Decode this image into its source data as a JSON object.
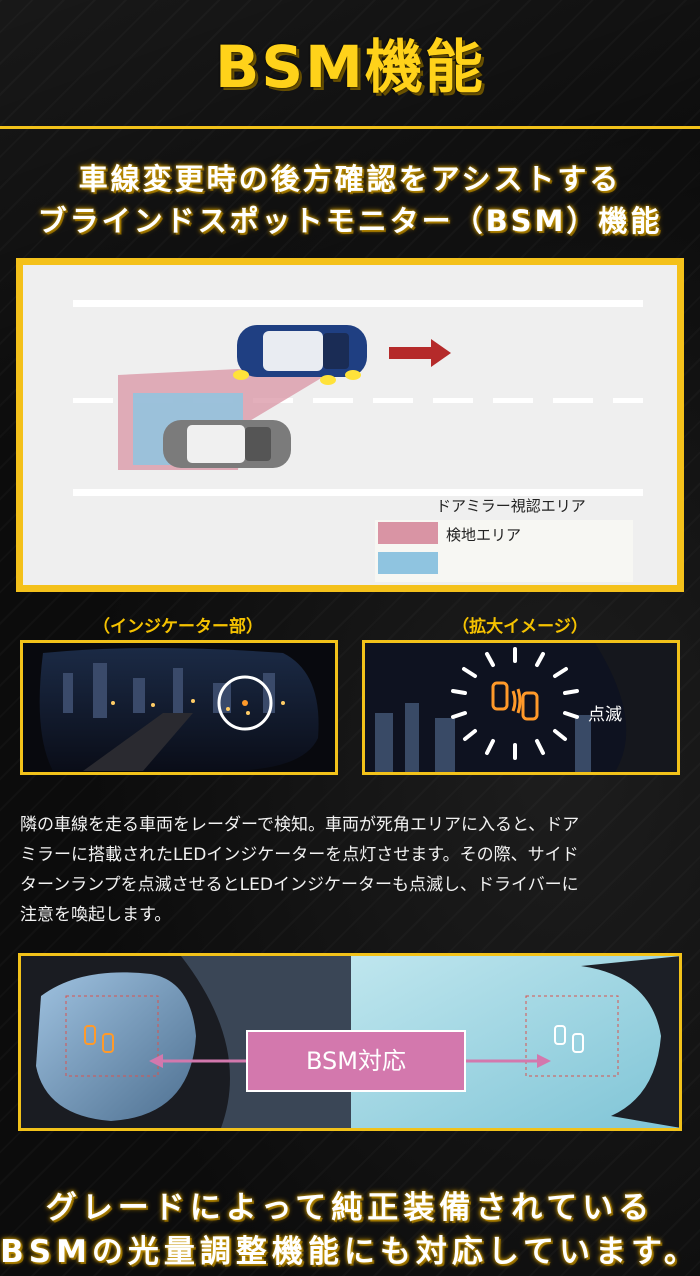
{
  "title": "BSM機能",
  "subtitle": {
    "line1": "車線変更時の後方確認をアシストする",
    "line2": "ブラインドスポットモニター（BSM）機能"
  },
  "diagram": {
    "arrow_label": "",
    "legend": {
      "mirror_area": "ドアミラー視認エリア",
      "detection_area": "検地エリア"
    },
    "colors": {
      "frame": "#f4c11b",
      "pink": "#d994a4",
      "blue": "#8fc4e0",
      "arrow": "#b52a2a"
    }
  },
  "captions": {
    "indicator": "（インジケーター部）",
    "enlarged": "（拡大イメージ）"
  },
  "blink_label": "点滅",
  "body_text": {
    "line1": "隣の車線を走る車両をレーダーで検知。車両が死角エリアに入ると、ドア",
    "line2": "ミラーに搭載されたLEDインジケーターを点灯させます。その際、サイド",
    "line3": "ターンランプを点滅させるとLEDインジケーターも点滅し、ドライバーに",
    "line4": "注意を喚起します。"
  },
  "bsm_tag": "BSM対応",
  "bottom": {
    "line1": "グレードによって純正装備されている",
    "line2": "BSMの光量調整機能にも対応しています。"
  }
}
